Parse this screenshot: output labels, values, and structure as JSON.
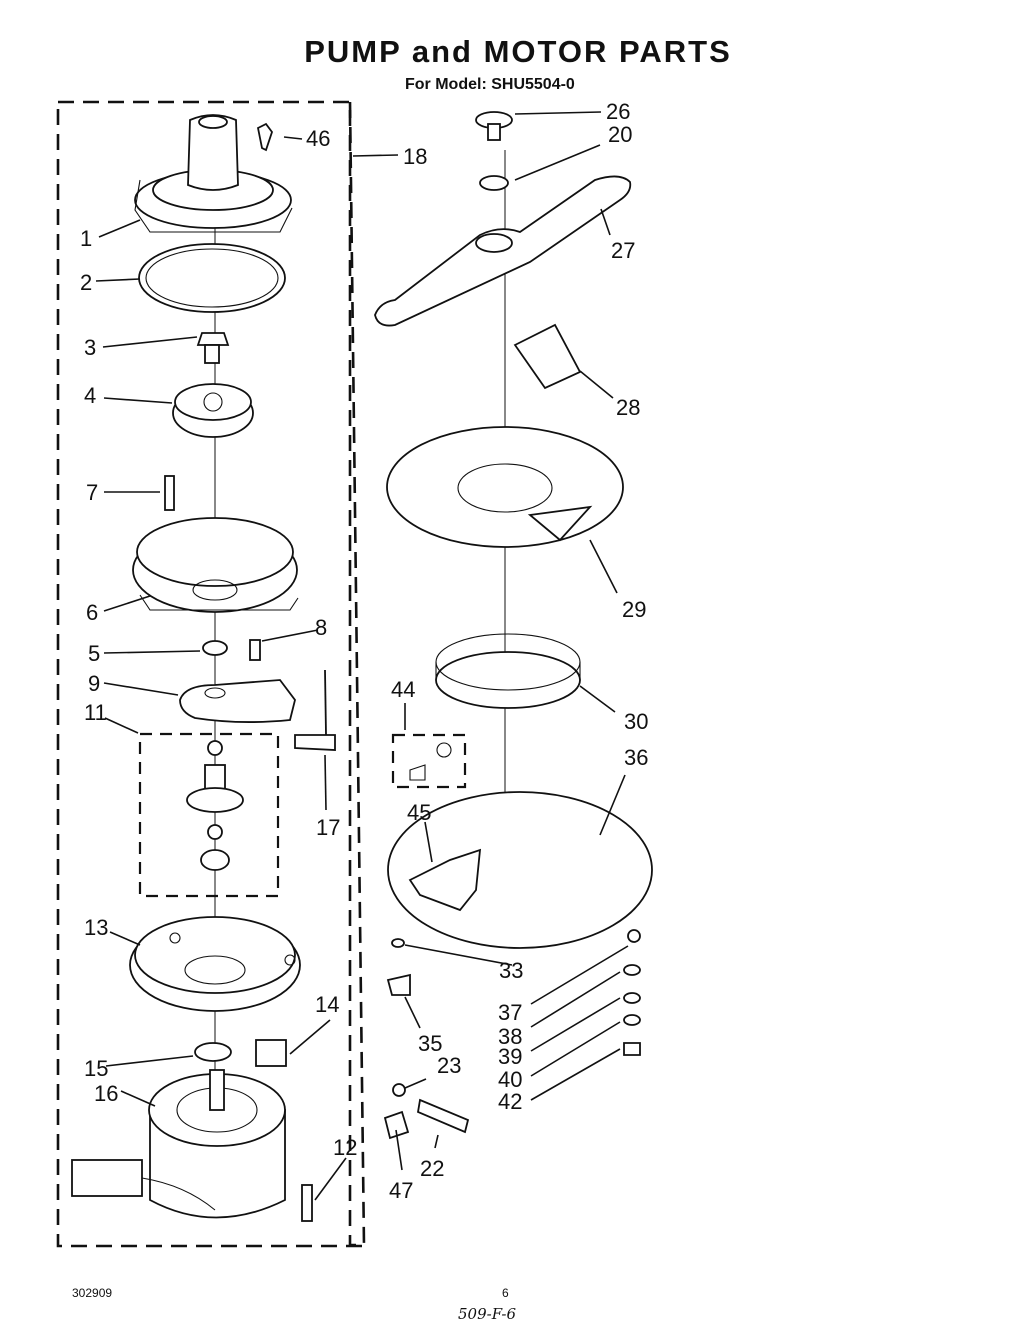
{
  "header": {
    "title": "PUMP and MOTOR PARTS",
    "subtitle": "For Model: SHU5504-0"
  },
  "callouts": {
    "c1": "1",
    "c2": "2",
    "c3": "3",
    "c4": "4",
    "c5": "5",
    "c6": "6",
    "c7": "7",
    "c8": "8",
    "c9": "9",
    "c11": "11",
    "c12": "12",
    "c13": "13",
    "c14": "14",
    "c15": "15",
    "c16": "16",
    "c17": "17",
    "c18": "18",
    "c20": "20",
    "c22": "22",
    "c23": "23",
    "c26": "26",
    "c27": "27",
    "c28": "28",
    "c29": "29",
    "c30": "30",
    "c33": "33",
    "c35": "35",
    "c36": "36",
    "c37": "37",
    "c38": "38",
    "c39": "39",
    "c40": "40",
    "c42": "42",
    "c44": "44",
    "c45": "45",
    "c46": "46",
    "c47": "47"
  },
  "footer": {
    "code": "302909",
    "page": "6",
    "note": "509-F-6"
  }
}
